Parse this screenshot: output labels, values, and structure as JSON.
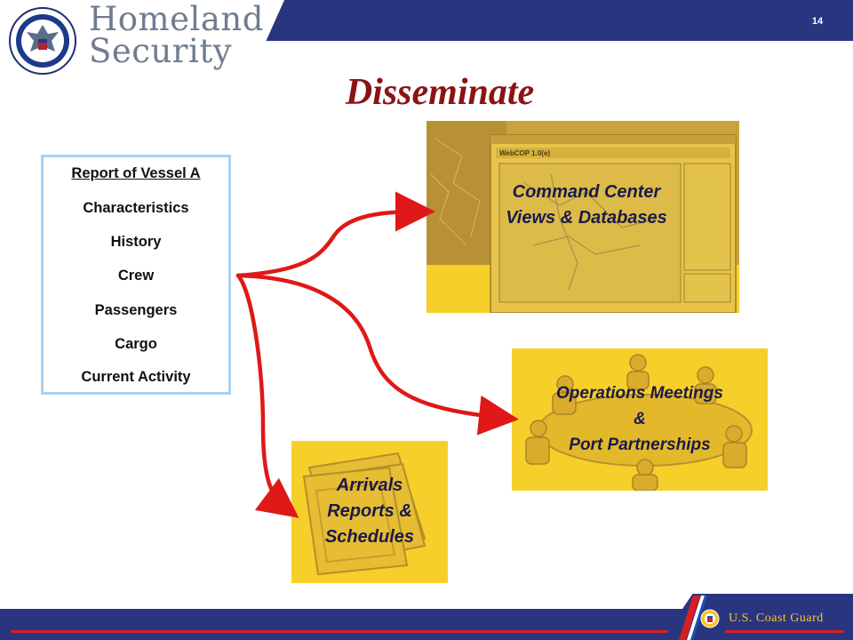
{
  "header": {
    "agency_line1": "Homeland",
    "agency_line2": "Security",
    "page_number": "14"
  },
  "title": "Disseminate",
  "vessel_report": {
    "heading": "Report of Vessel A",
    "items": [
      "Characteristics",
      "History",
      "Crew",
      "Passengers",
      "Cargo",
      "Current Activity"
    ]
  },
  "destinations": {
    "command_center": {
      "line1": "Command Center",
      "line2": "Views & Databases"
    },
    "operations": {
      "line1": "Operations Meetings",
      "line2": "&",
      "line3": "Port Partnerships"
    },
    "arrivals": {
      "line1": "Arrivals",
      "line2": "Reports &",
      "line3": "Schedules"
    }
  },
  "screenshot": {
    "window_title": "WebCOP 1.0(e)"
  },
  "footer": {
    "label": "U.S. Coast Guard"
  },
  "colors": {
    "navy": "#2a3580",
    "title_red": "#8a1414",
    "arrow_red": "#e01818",
    "panel_yellow": "#f7cf2b",
    "box_border": "#a9d0f3"
  }
}
